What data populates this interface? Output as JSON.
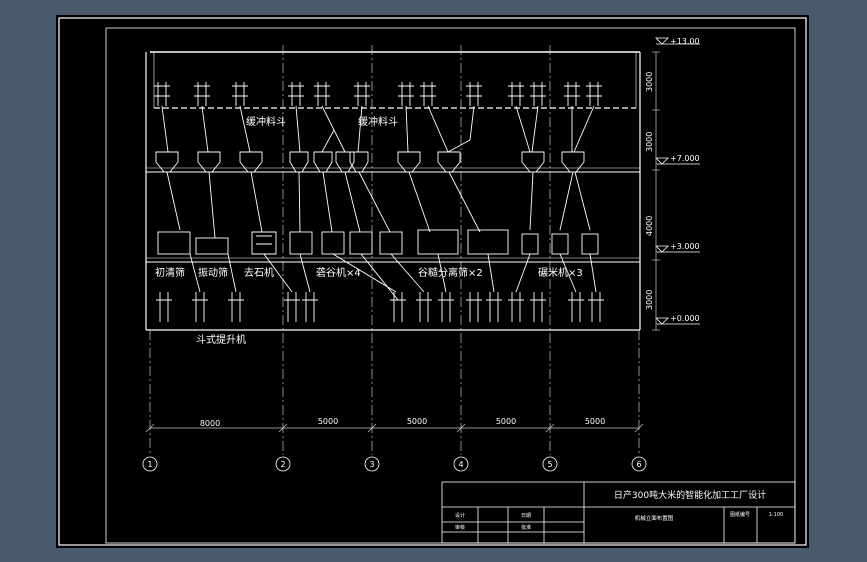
{
  "colors": {
    "background": "#4a5a6c",
    "sheet": "#000000",
    "line": "#ffffff",
    "dim_line": "#c8c8c8"
  },
  "equipment_labels": {
    "pre_cleaner": "初清筛",
    "vibrating_screen": "振动筛",
    "destoner": "去石机",
    "husker": "砻谷机×4",
    "paddy_separator": "谷糙分离筛×2",
    "rice_mill": "碾米机×3",
    "bucket_elevator": "斗式提升机",
    "buffer_bin_1": "缓冲料斗",
    "buffer_bin_2": "缓冲料斗"
  },
  "elevations": {
    "e13": "+13.00",
    "e7": "+7.000",
    "e3": "+3.000",
    "e0": "+0.000"
  },
  "vertical_dims": [
    "3000",
    "3000",
    "4000",
    "3000"
  ],
  "horizontal_dims": [
    "8000",
    "5000",
    "5000",
    "5000",
    "5000"
  ],
  "axes": [
    "1",
    "2",
    "3",
    "4",
    "5",
    "6"
  ],
  "title_block": {
    "title": "日产300吨大米的智能化加工工厂设计",
    "drawing_name": "机械立面布置图",
    "drawing_no_label": "图纸编号",
    "scale": "1:100",
    "designer_label": "设计",
    "checker_label": "审核",
    "date_label": "日期",
    "approve_label": "批准"
  }
}
